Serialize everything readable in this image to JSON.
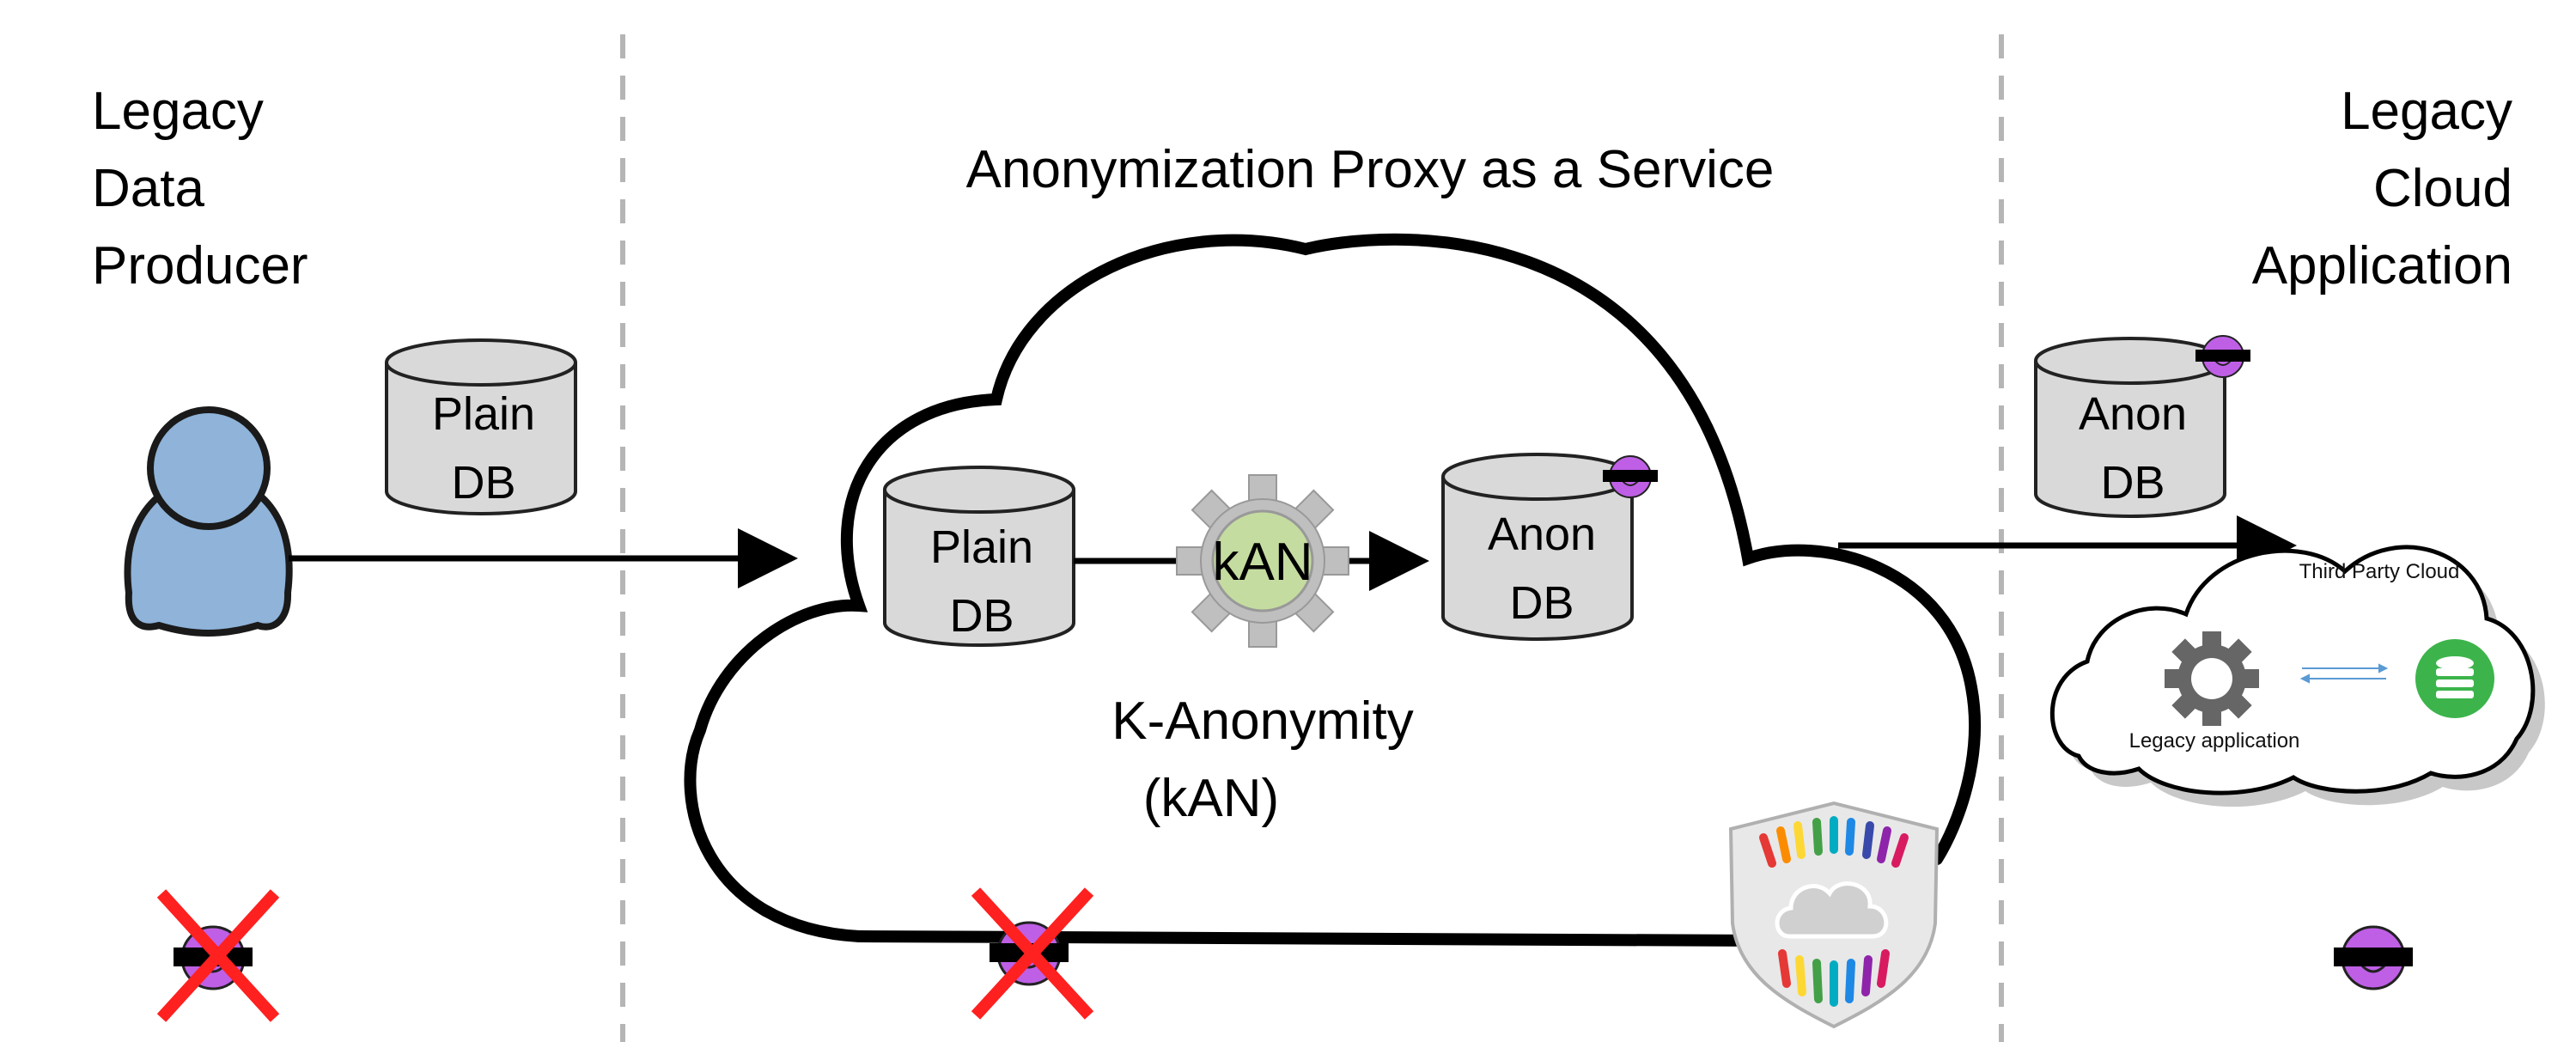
{
  "left_panel": {
    "title_lines": [
      "Legacy",
      "Data",
      "Producer"
    ],
    "db_lines": [
      "Plain",
      "DB"
    ]
  },
  "center_panel": {
    "title": "Anonymization Proxy as a Service",
    "plain_db_lines": [
      "Plain",
      "DB"
    ],
    "gear_label": "kAN",
    "anon_db_lines": [
      "Anon",
      "DB"
    ],
    "caption_lines": [
      "K-Anonymity",
      "(kAN)"
    ]
  },
  "right_panel": {
    "title_lines": [
      "Legacy",
      "Cloud",
      "Application"
    ],
    "db_lines": [
      "Anon",
      "DB"
    ],
    "cloud_title": "Third Party Cloud",
    "app_label": "Legacy application"
  },
  "colors": {
    "face_purple": "#bf5fe6",
    "cross_red": "#ff2020",
    "db_fill": "#d9d9d9",
    "user_blue": "#8fb3d9",
    "gear_green": "#c5dca0",
    "gear_gray": "#bfbfbf",
    "db_green": "#3cb44b"
  }
}
